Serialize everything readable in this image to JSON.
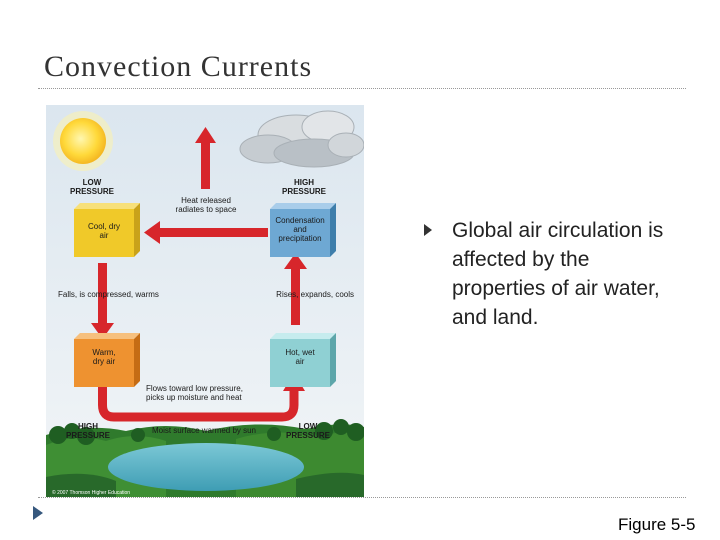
{
  "slide": {
    "title": "Convection Currents",
    "bullet": "Global air circulation is affected by the properties of air water, and land.",
    "figure_caption": "Figure 5-5"
  },
  "diagram": {
    "labels": {
      "low_pressure_top": "LOW\nPRESSURE",
      "high_pressure_top": "HIGH\nPRESSURE",
      "heat_released": "Heat released\nradiates to space",
      "cool_dry_air": "Cool, dry\nair",
      "condensation": "Condensation\nand\nprecipitation",
      "falls": "Falls, is compressed, warms",
      "rises": "Rises, expands, cools",
      "warm_dry_air": "Warm,\ndry air",
      "hot_wet_air": "Hot, wet\nair",
      "flows": "Flows toward low pressure,\npicks up moisture and heat",
      "high_pressure_bottom": "HIGH\nPRESSURE",
      "moist_surface": "Moist surface warmed by sun",
      "low_pressure_bottom": "LOW\nPRESSURE",
      "copyright": "© 2007 Thomson Higher Education"
    },
    "colors": {
      "arrow_red": "#d7262b",
      "box_yellow": "#f0c929",
      "box_blue": "#6ea8d3",
      "box_orange": "#ee9230",
      "box_teal": "#8fd0d3",
      "sky": "#e9eef3",
      "water": "#5fb8c9"
    }
  }
}
